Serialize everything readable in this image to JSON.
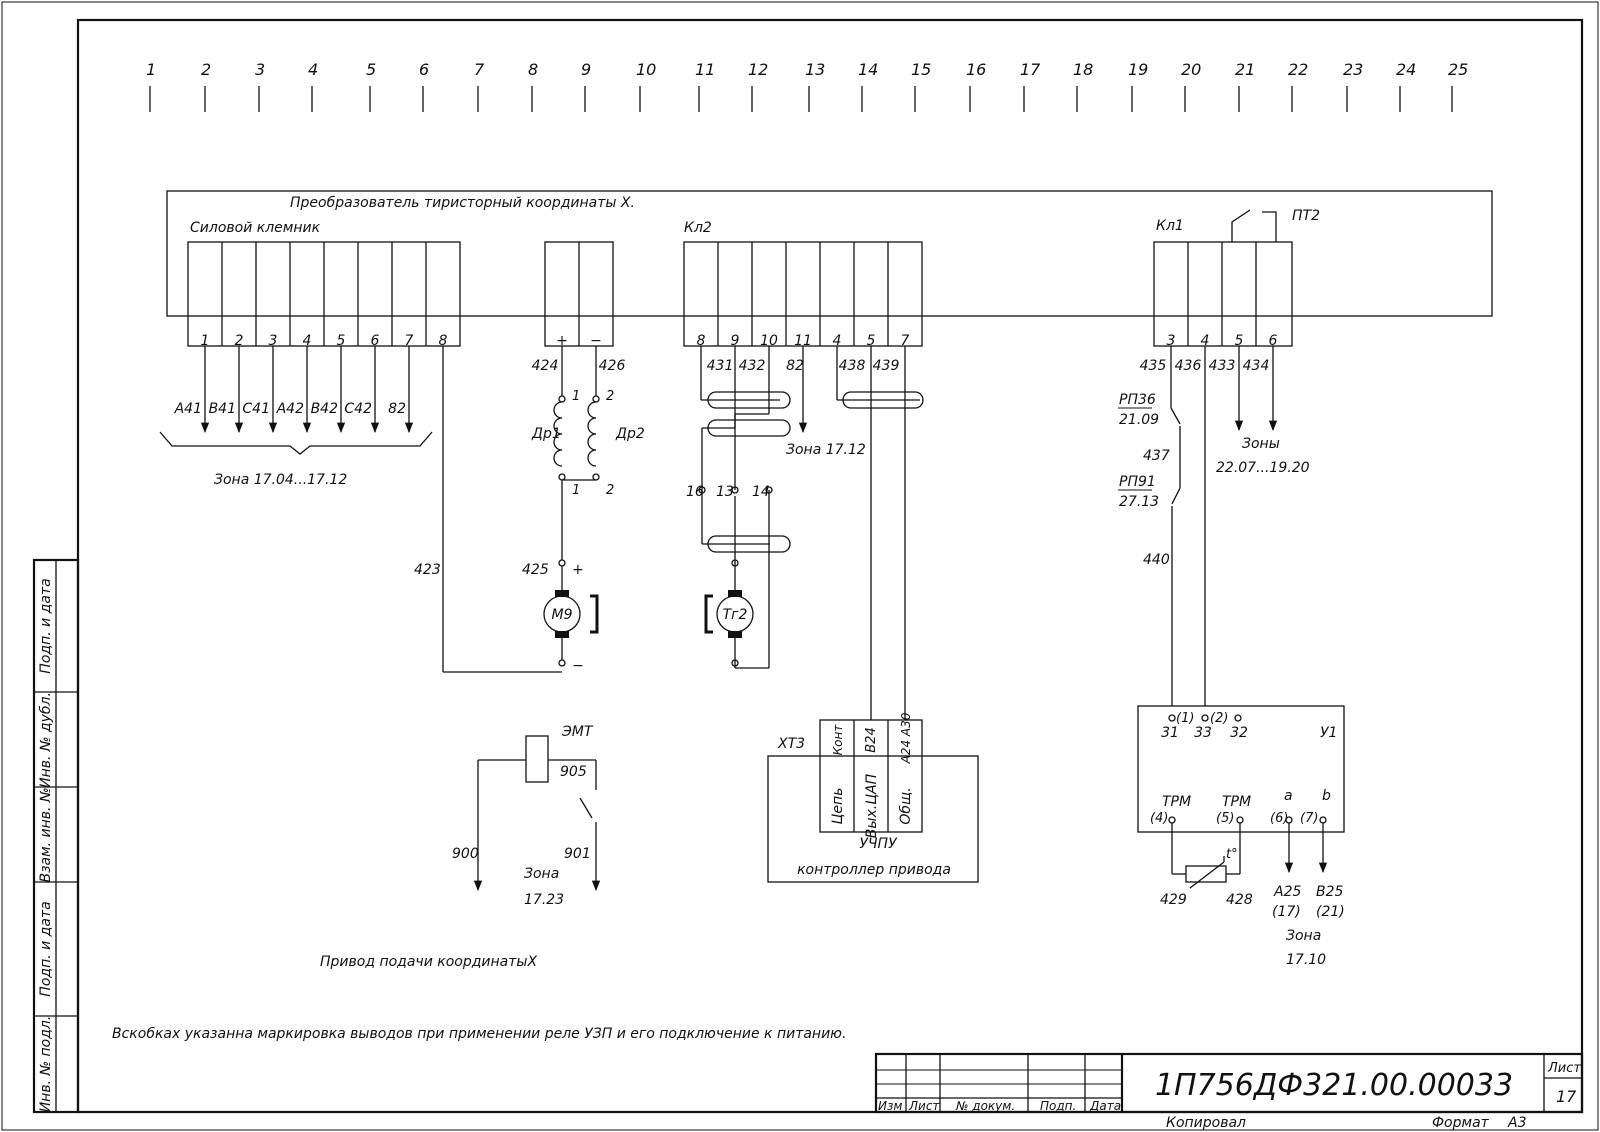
{
  "columns": [
    "1",
    "2",
    "3",
    "4",
    "5",
    "6",
    "7",
    "8",
    "9",
    "10",
    "11",
    "12",
    "13",
    "14",
    "15",
    "16",
    "17",
    "18",
    "19",
    "20",
    "21",
    "22",
    "23",
    "24",
    "25"
  ],
  "converter": {
    "title": "Преобразователь тиристорный координаты X."
  },
  "power_terminal": {
    "label": "Силовой клемник",
    "pins": [
      "1",
      "2",
      "3",
      "4",
      "5",
      "6",
      "7",
      "8"
    ],
    "wires": [
      "А41",
      "В41",
      "С41",
      "А42",
      "В42",
      "С42",
      "82"
    ],
    "zone": "Зона 17.04...17.12",
    "wire_423": "423"
  },
  "dc_terminal": {
    "pins": [
      "+",
      "−"
    ],
    "wires": [
      "424",
      "426"
    ]
  },
  "choke": {
    "left": "Др1",
    "right": "Др2",
    "top_1": "1",
    "top_2": "2",
    "bot_1": "1",
    "bot_2": "2"
  },
  "motor": {
    "label": "М9",
    "wire": "425",
    "plus": "+",
    "minus": "−"
  },
  "kl2": {
    "label": "Кл2",
    "pins": [
      "8",
      "9",
      "10",
      "11",
      "4",
      "5",
      "7"
    ],
    "wires": [
      "431",
      "432",
      "82",
      "438",
      "439"
    ],
    "zone": "Зона 17.12",
    "contacts": [
      "16",
      "13",
      "14"
    ]
  },
  "tacho": {
    "label": "Тг2"
  },
  "xt3": {
    "label": "ХТ3",
    "top": [
      "Конт",
      "В24",
      "А24 А30"
    ],
    "bottom": [
      "Цепь",
      "Вых.ЦАП",
      "Общ."
    ],
    "device": "УЧПУ",
    "caption": "контроллер привода"
  },
  "kl1": {
    "label": "Кл1",
    "pins": [
      "3",
      "4",
      "5",
      "6"
    ],
    "wires": [
      "435",
      "436",
      "433",
      "434"
    ],
    "zones": "Зоны",
    "zones_range": "22.07...19.20"
  },
  "pt2": {
    "label": "ПТ2"
  },
  "relays": {
    "rp36": "РП36",
    "rp36_ref": "21.09",
    "w437": "437",
    "rp91": "РП91",
    "rp91_ref": "27.13",
    "w440": "440"
  },
  "u1": {
    "label": "У1",
    "pin31": "31",
    "pin33": "33",
    "pin32": "32",
    "n1": "(1)",
    "n2": "(2)",
    "trm": "ТРМ",
    "p4": "(4)",
    "p5": "(5)",
    "a": "a",
    "b": "b",
    "p6": "(6)",
    "p7": "(7)",
    "temp": "t°",
    "w429": "429",
    "w428": "428",
    "a25": "А25",
    "b25": "В25",
    "n17": "(17)",
    "n21": "(21)",
    "zone": "Зона",
    "zone_ref": "17.10"
  },
  "emt": {
    "label": "ЭМТ",
    "w905": "905",
    "w900": "900",
    "w901": "901",
    "zone": "Зона",
    "zone_ref": "17.23"
  },
  "drive_caption": "Привод подачи координатыX",
  "note": "Вскобках указанна маркировка выводов при применении реле УЗП и его подключение к питанию.",
  "side_stamp": [
    "Подп. и дата",
    "Инв. № дубл.",
    "Взам. инв. №",
    "Подп. и дата",
    "Инв. № подл."
  ],
  "title_block": {
    "doc_number": "1П756ДФ321.00.00033",
    "sheet_label": "Лист",
    "sheet_number": "17",
    "cols": [
      "Изм",
      "Лист",
      "№ докум.",
      "Подп.",
      "Дата"
    ],
    "copied": "Копировал",
    "format_label": "Формат",
    "format_value": "А3"
  }
}
